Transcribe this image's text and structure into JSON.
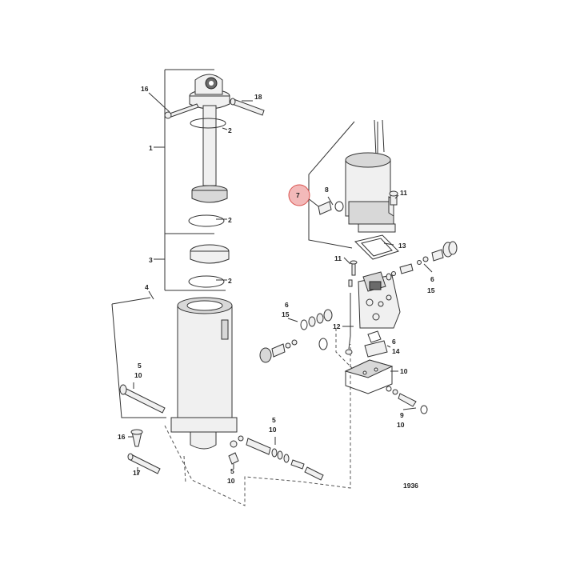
{
  "figure_number": "1936",
  "highlight_color": "#f3b9b9",
  "highlight_stroke": "#d9534f",
  "callouts": {
    "c16a": "16",
    "c18": "18",
    "c2a": "2",
    "c1": "1",
    "c2b": "2",
    "c3": "3",
    "c2c": "2",
    "c4": "4",
    "c5a": "5",
    "c10a": "10",
    "c16b": "16",
    "c17": "17",
    "c5b": "5",
    "c10b": "10",
    "c5c": "5",
    "c10c": "10",
    "c7": "7",
    "c8": "8",
    "c11a": "11",
    "c13": "13",
    "c11b": "11",
    "c6a": "6",
    "c15a": "15",
    "c6b": "6",
    "c15b": "15",
    "c12": "12",
    "c6c": "6",
    "c14": "14",
    "c10d": "10",
    "c9": "9",
    "c10e": "10"
  }
}
